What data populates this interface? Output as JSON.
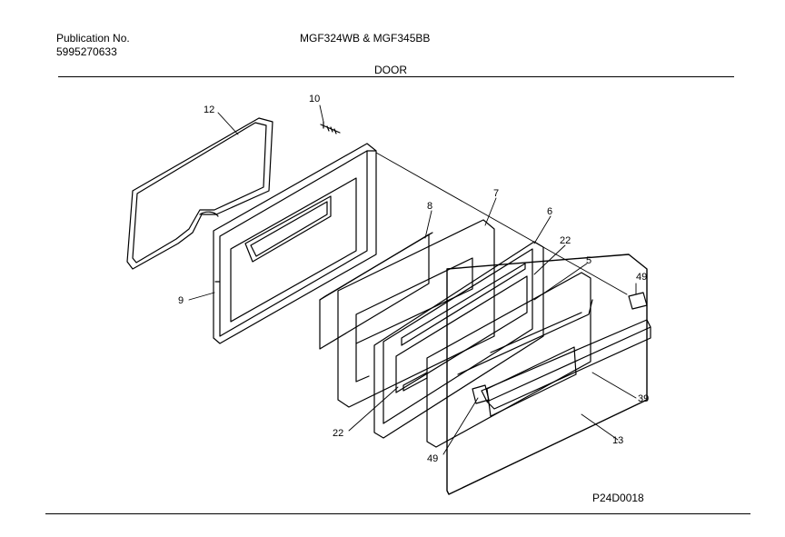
{
  "header": {
    "publication_label": "Publication No.",
    "publication_number": "5995270633",
    "models": "MGF324WB & MGF345BB",
    "section": "DOOR"
  },
  "footer": {
    "figure_code": "P24D0018"
  },
  "callouts": {
    "c12": "12",
    "c10": "10",
    "c8": "8",
    "c7": "7",
    "c6": "6",
    "c22a": "22",
    "c5": "5",
    "c49a": "49",
    "c9": "9",
    "c39": "39",
    "c22b": "22",
    "c13": "13",
    "c49b": "49"
  }
}
